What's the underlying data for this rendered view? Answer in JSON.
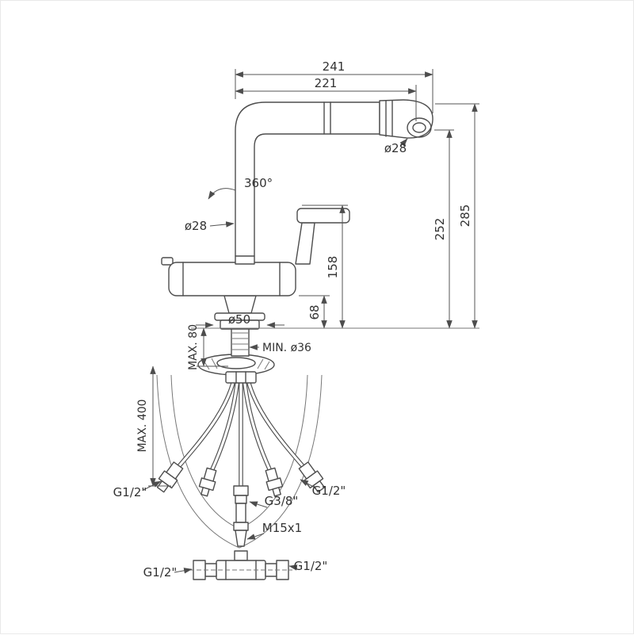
{
  "page": {
    "background": "#ffffff",
    "line_color": "#4d4d4d",
    "text_color": "#333333"
  },
  "drawing": {
    "subject": "pull-out kitchen faucet technical dimension drawing"
  },
  "dims": {
    "spout_reach_outer": "241",
    "spout_reach_inner": "221",
    "spray_head_diameter": "ø28",
    "swivel_angle": "360°",
    "column_diameter": "ø28",
    "total_height": "285",
    "outlet_height": "252",
    "spout_underside_height": "158",
    "body_height": "68",
    "base_diameter": "ø50",
    "min_hole_diameter": "MIN. ø36",
    "max_deck_thickness": "MAX. 80",
    "max_hose_length": "MAX. 400",
    "hose_left_thread": "G1/2\"",
    "hose_center_thread": "G3/8\"",
    "hose_right_thread": "G1/2\"",
    "pullout_hose_thread": "M15x1",
    "tee_left_thread": "G1/2\"",
    "tee_right_thread": "G1/2\""
  }
}
